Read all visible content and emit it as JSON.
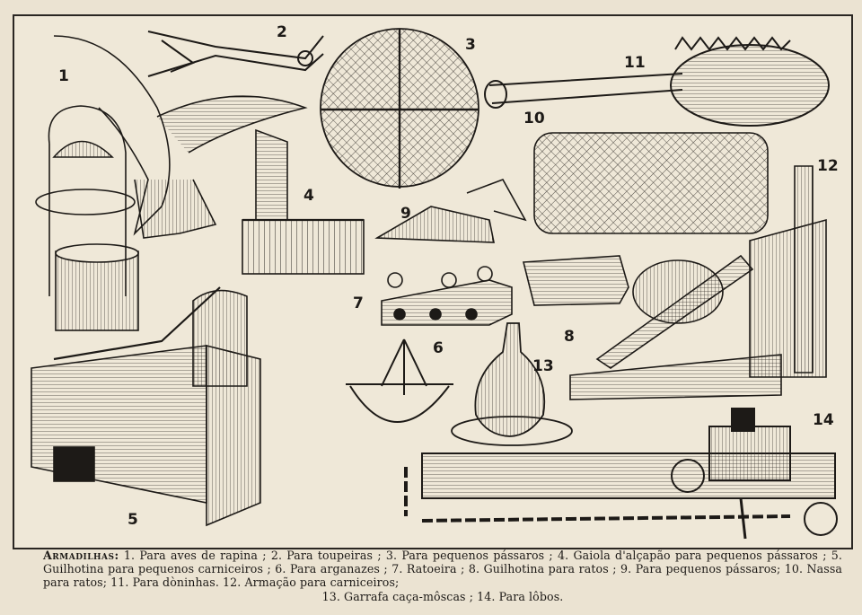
{
  "figure_numbers": {
    "n1": "1",
    "n2": "2",
    "n3": "3",
    "n4": "4",
    "n5": "5",
    "n6": "6",
    "n7": "7",
    "n8": "8",
    "n9": "9",
    "n10": "10",
    "n11": "11",
    "n12": "12",
    "n13": "13",
    "n14": "14"
  },
  "caption": {
    "title": "Armadilhas:",
    "text_1": " 1. Para aves de rapina ; 2. Para toupeiras ; 3. Para pequenos pássaros ; 4. Gaiola d'alçapão para pequenos pássaros ; 5. Guilhotina para pequenos carniceiros ; 6. Para arganazes ; 7. Ratoeira ; 8. Guilhotina para ratos ; 9. Para pequenos pássaros; 10. Nassa para ratos; 11. Para dòninhas. 12. Armação para carniceiros;",
    "text_2": "13. Garrafa caça-môscas ; 14. Para lôbos."
  },
  "colors": {
    "ink": "#1d1a17",
    "paper": "#efe8d8"
  }
}
